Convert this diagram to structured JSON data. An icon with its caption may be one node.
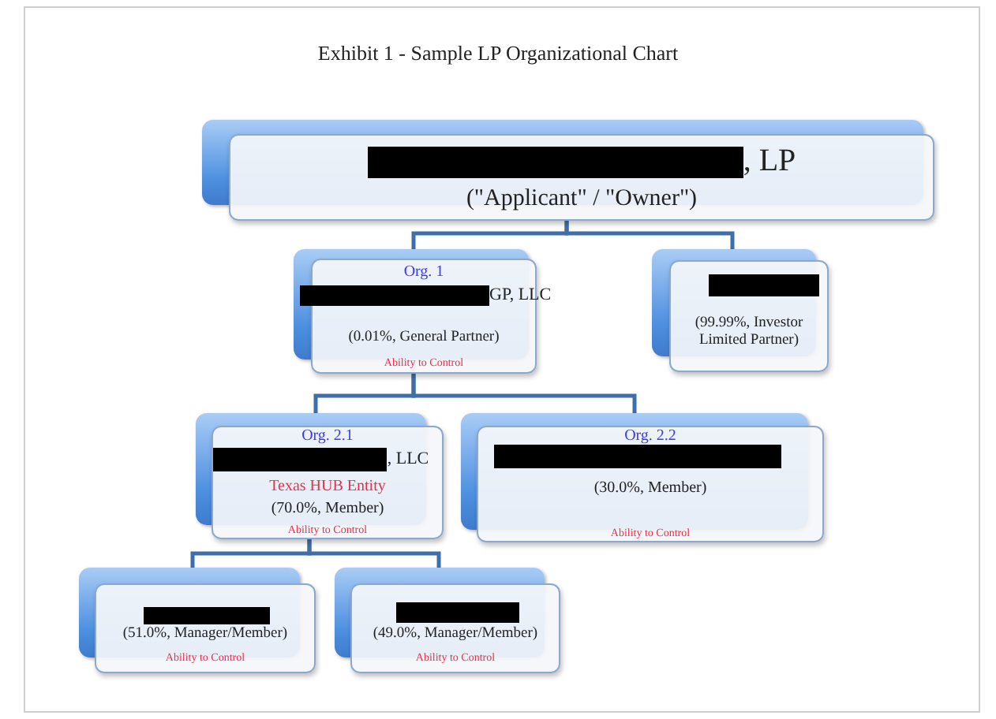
{
  "diagram": {
    "title": "Exhibit 1 - Sample LP Organizational Chart",
    "nodes": [
      {
        "text": [
          ", LP",
          "(\"Applicant\" / \"Owner\")"
        ]
      },
      {
        "text": [
          "Org. 1",
          "GP, LLC",
          "(0.01%, General Partner)",
          "Ability to Control"
        ]
      },
      {
        "text": [
          "(99.99%, Investor Limited Partner)"
        ]
      },
      {
        "text": [
          "Org. 2.1",
          ", LLC",
          "Texas HUB Entity",
          "(70.0%, Member)",
          "Ability to Control"
        ]
      },
      {
        "text": [
          "Org. 2.2",
          "(30.0%, Member)",
          "Ability to Control"
        ]
      },
      {
        "text": [
          "(51.0%, Manager/Member)",
          "Ability to Control"
        ]
      },
      {
        "text": [
          "(49.0%, Manager/Member)",
          "Ability to Control"
        ]
      }
    ],
    "edges": [
      {
        "from": 0,
        "to": 1,
        "arrow": "none"
      },
      {
        "from": 0,
        "to": 2,
        "arrow": "none"
      },
      {
        "from": 1,
        "to": 3,
        "arrow": "none"
      },
      {
        "from": 1,
        "to": 4,
        "arrow": "none"
      },
      {
        "from": 3,
        "to": 5,
        "arrow": "none"
      },
      {
        "from": 3,
        "to": 6,
        "arrow": "none"
      }
    ]
  }
}
